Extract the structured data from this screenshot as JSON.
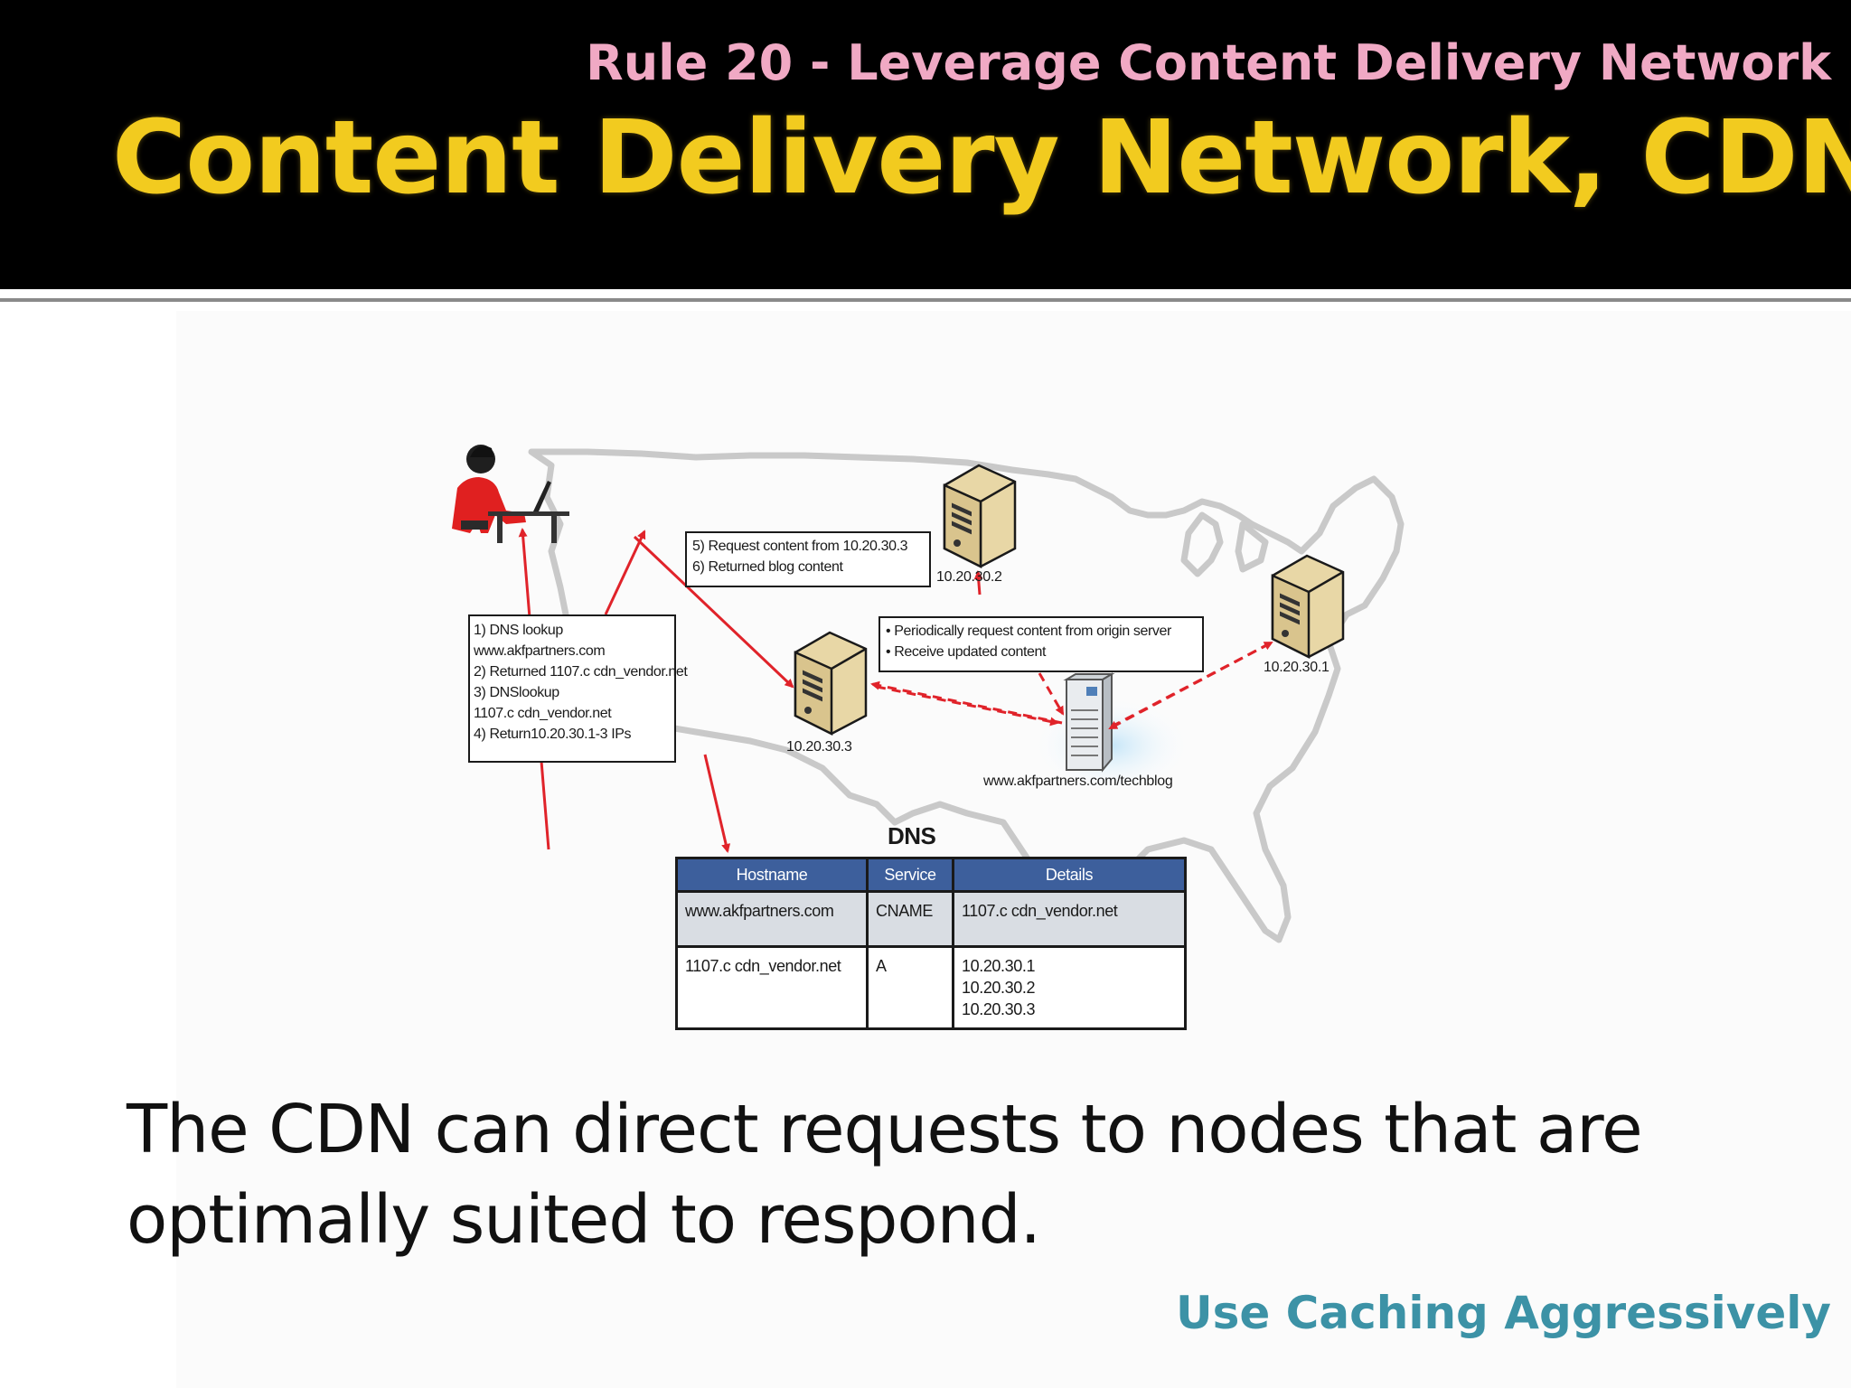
{
  "slide": {
    "subtitle": "Rule 20 - Leverage Content Delivery Network",
    "title": "Content Delivery Network, CDN",
    "caption": "The CDN can direct requests to nodes that are optimally suited to respond.",
    "footer": "Use Caching Aggressively"
  },
  "diagram": {
    "steps_box": {
      "lines": [
        "1)  DNS lookup",
        "     www.akfpartners.com",
        "2)  Returned 1107.c cdn_vendor.net",
        "3)  DNSlookup",
        "     1107.c cdn_vendor.net",
        "4)  Return10.20.30.1-3 IPs"
      ]
    },
    "request_box": {
      "lines": [
        "5) Request content from 10.20.30.3",
        "6) Returned blog content"
      ]
    },
    "origin_box": {
      "lines": [
        "• Periodically request content from origin server",
        "• Receive updated content"
      ]
    },
    "servers": {
      "server_a": "10.20.30.2",
      "server_b": "10.20.30.3",
      "server_c": "10.20.30.1"
    },
    "origin_label": "www.akfpartners.com/techblog",
    "dns": {
      "title": "DNS",
      "headers": [
        "Hostname",
        "Service",
        "Details"
      ],
      "rows": [
        {
          "hostname": "www.akfpartners.com",
          "service": "CNAME",
          "details": [
            "1107.c cdn_vendor.net"
          ]
        },
        {
          "hostname": "1107.c cdn_vendor.net",
          "service": "A",
          "details": [
            "10.20.30.1",
            "10.20.30.2",
            "10.20.30.3"
          ]
        }
      ]
    }
  },
  "colors": {
    "title": "#f2cb1f",
    "subtitle": "#f0a9c4",
    "footer": "#3c92a6",
    "arrow": "#e0232a",
    "table_header": "#3d5f9c",
    "server_body": "#e8d7a6",
    "person_shirt": "#e02020"
  },
  "icons": [
    "person-at-laptop-icon",
    "server-icon",
    "origin-server-icon",
    "us-map-outline"
  ]
}
